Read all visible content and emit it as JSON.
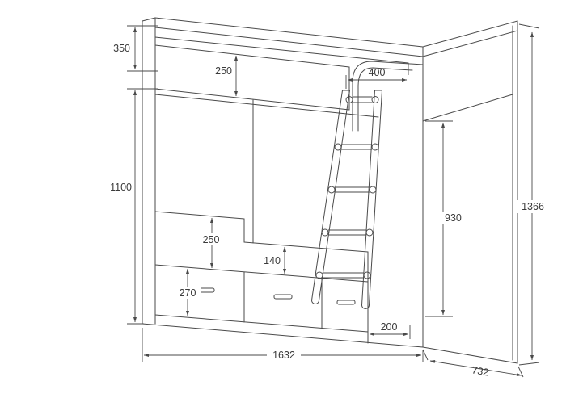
{
  "style": {
    "background": "#ffffff",
    "line_color": "#4a4a4a",
    "text_color": "#3a3a3a"
  },
  "dimensions": {
    "top_height": "350",
    "upper_guard_height": "250",
    "ladder_width": "400",
    "clearance_height": "1100",
    "lower_guard_height": "250",
    "entry_rail_height": "140",
    "drawer_front_height": "270",
    "side_opening_height": "930",
    "overall_height": "1366",
    "base_inset": "200",
    "overall_length": "1632",
    "overall_depth": "732"
  }
}
